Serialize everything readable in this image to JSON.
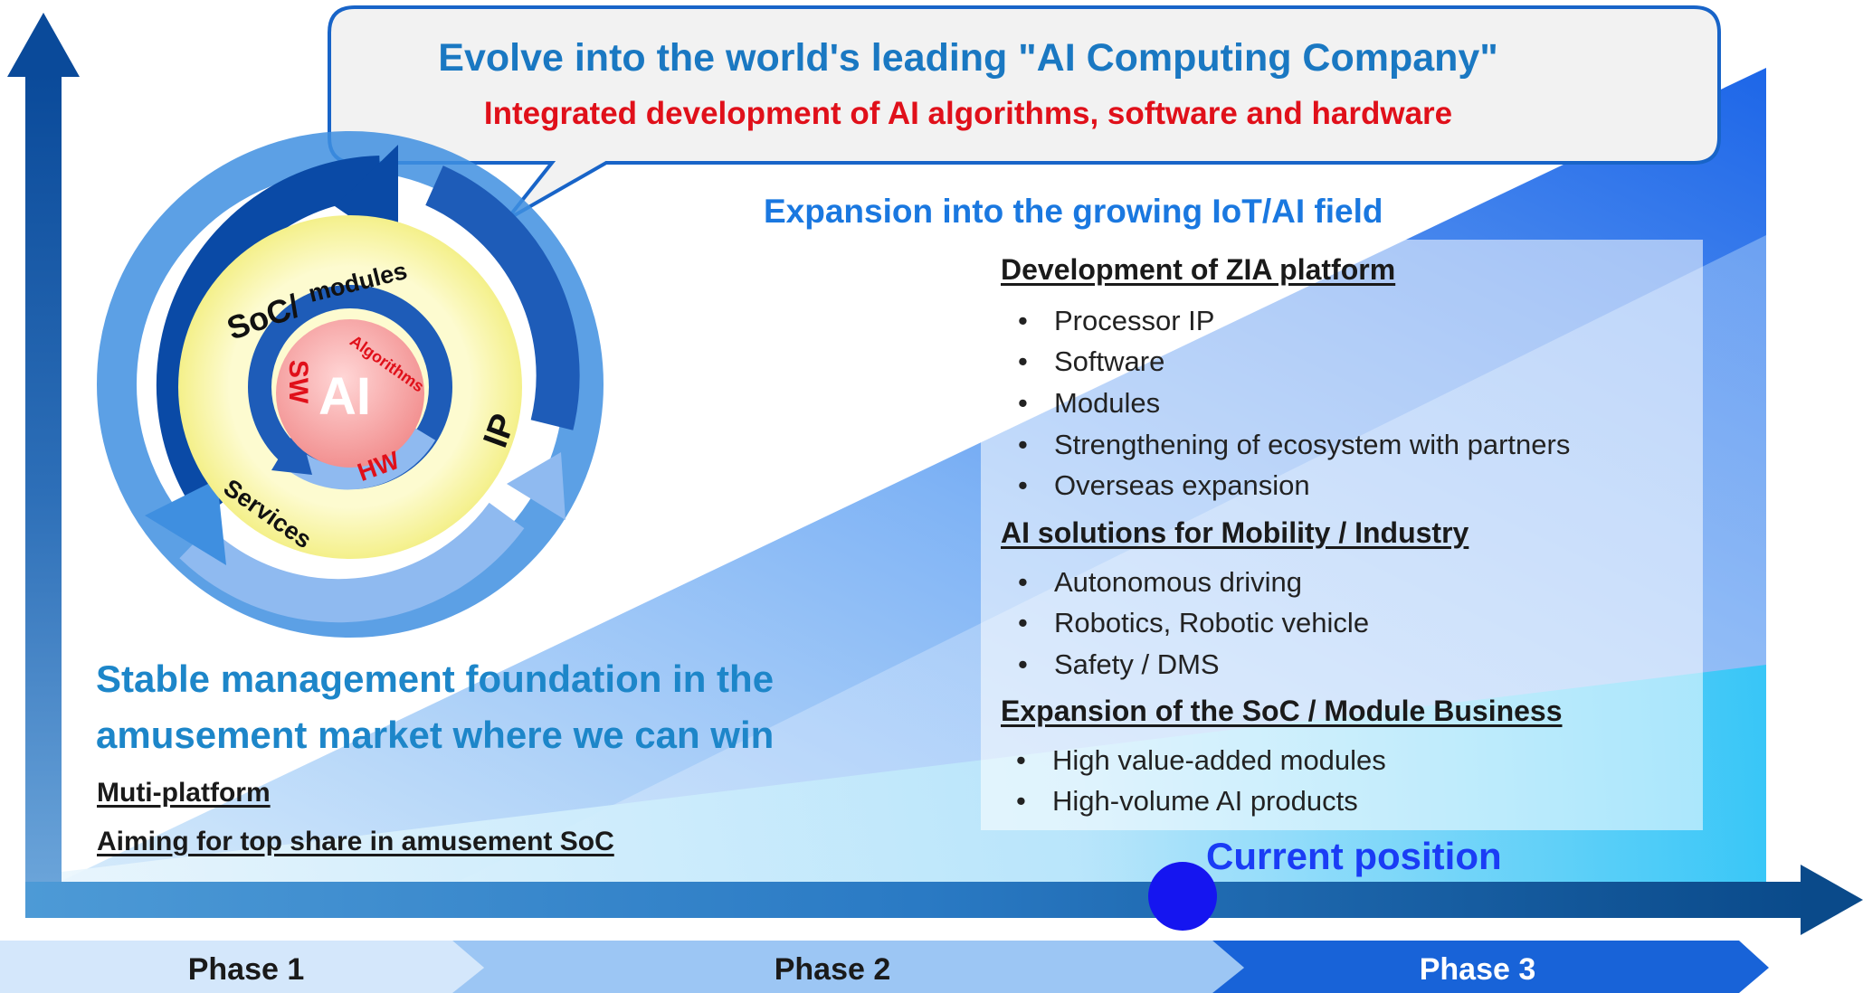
{
  "callout": {
    "title": "Evolve into the world's leading \"AI Computing Company\"",
    "subtitle": "Integrated development of AI algorithms, software and hardware"
  },
  "expansion_title": "Expansion into the growing IoT/AI field",
  "cycle": {
    "center": "AI",
    "inner_labels": {
      "sw": "SW",
      "algorithms": "Algorithms",
      "hw": "HW"
    },
    "outer_labels": {
      "soc": "SoC/",
      "modules": "modules",
      "ip": "IP",
      "services": "Services"
    }
  },
  "sections": [
    {
      "heading": "Development of ZIA platform",
      "items": [
        "Processor IP",
        "Software",
        "Modules",
        "Strengthening of ecosystem with partners",
        "Overseas expansion"
      ]
    },
    {
      "heading": "AI solutions for Mobility / Industry",
      "items": [
        "Autonomous driving",
        "Robotics, Robotic vehicle",
        "Safety / DMS"
      ]
    },
    {
      "heading": "Expansion of the SoC / Module Business",
      "items": [
        "High value-added modules",
        "High-volume AI products"
      ]
    }
  ],
  "left_block": {
    "title": "Stable management foundation in the amusement market where we can win",
    "links": [
      "Muti-platform",
      "Aiming for top share in amusement SoC"
    ]
  },
  "current_position": "Current position",
  "phases": [
    "Phase 1",
    "Phase 2",
    "Phase 3"
  ],
  "colors": {
    "dark_blue": "#0a4a9a",
    "accent_blue": "#1a78e0",
    "red": "#e0101a",
    "current_dot": "#1515f0"
  }
}
